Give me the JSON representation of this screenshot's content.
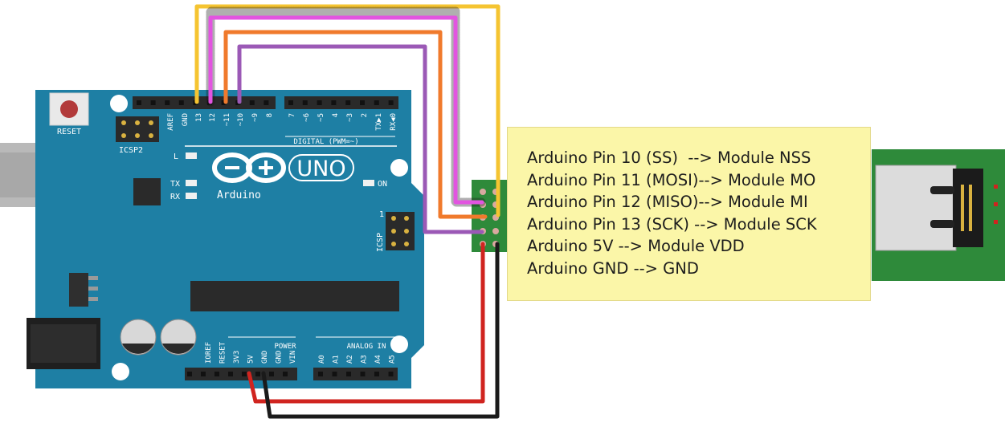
{
  "board": {
    "reset_label": "RESET",
    "icsp2_label": "ICSP2",
    "brand": "Arduino",
    "model": "UNO",
    "on_label": "ON",
    "l_label": "L",
    "tx_label": "TX",
    "rx_label": "RX",
    "icsp_label": "ICSP",
    "icsp_pin1": "1",
    "digital_label": "DIGITAL (PWM=~)",
    "digital_pins": [
      "AREF",
      "GND",
      "13",
      "12",
      "~11",
      "~10",
      "~9",
      "8",
      "7",
      "~6",
      "~5",
      "4",
      "~3",
      "2",
      "TX▶1",
      "RX◀0"
    ],
    "power_label": "POWER",
    "power_pins": [
      "IOREF",
      "RESET",
      "3V3",
      "5V",
      "GND",
      "GND",
      "VIN"
    ],
    "analog_label": "ANALOG IN",
    "analog_pins": [
      "A0",
      "A1",
      "A2",
      "A3",
      "A4",
      "A5"
    ]
  },
  "wires": {
    "sck": "#f5c431",
    "miso": "#e254e0",
    "mosi": "#f07a2c",
    "ss": "#9b59b6",
    "vdd": "#d0241f",
    "gnd": "#1a1a1a"
  },
  "note": {
    "lines": [
      "Arduino Pin 10 (SS)  --> Module NSS",
      "Arduino Pin 11 (MOSI)--> Module MO",
      "Arduino Pin 12 (MISO)--> Module MI",
      "Arduino Pin 13 (SCK) --> Module SCK",
      "Arduino 5V --> Module VDD",
      "Arduino GND --> GND"
    ]
  }
}
